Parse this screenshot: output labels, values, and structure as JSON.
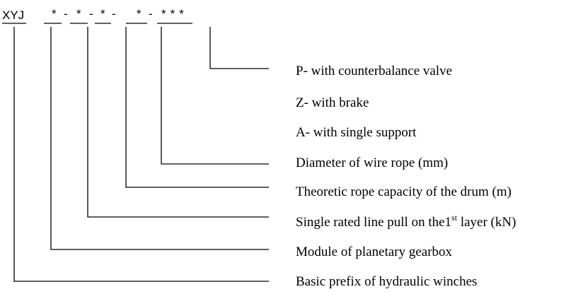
{
  "code": {
    "prefix": "XYJ",
    "tokens": [
      "*",
      "-",
      "*",
      "-",
      "*",
      "-",
      "*",
      "-",
      "***"
    ]
  },
  "labels": [
    {
      "id": "p",
      "text": "P- with counterbalance valve"
    },
    {
      "id": "z",
      "text": "Z- with brake"
    },
    {
      "id": "a",
      "text": "A- with single support"
    },
    {
      "id": "diameter",
      "text": "Diameter of wire rope (mm)"
    },
    {
      "id": "capacity",
      "text": "Theoretic rope capacity of the drum (m)"
    },
    {
      "id": "pull",
      "text": "Single rated line pull on the1",
      "sup": "st",
      "tail": " layer (kN)"
    },
    {
      "id": "module",
      "text": "Module of planetary gearbox"
    },
    {
      "id": "prefix",
      "text": "Basic prefix of hydraulic winches"
    }
  ]
}
